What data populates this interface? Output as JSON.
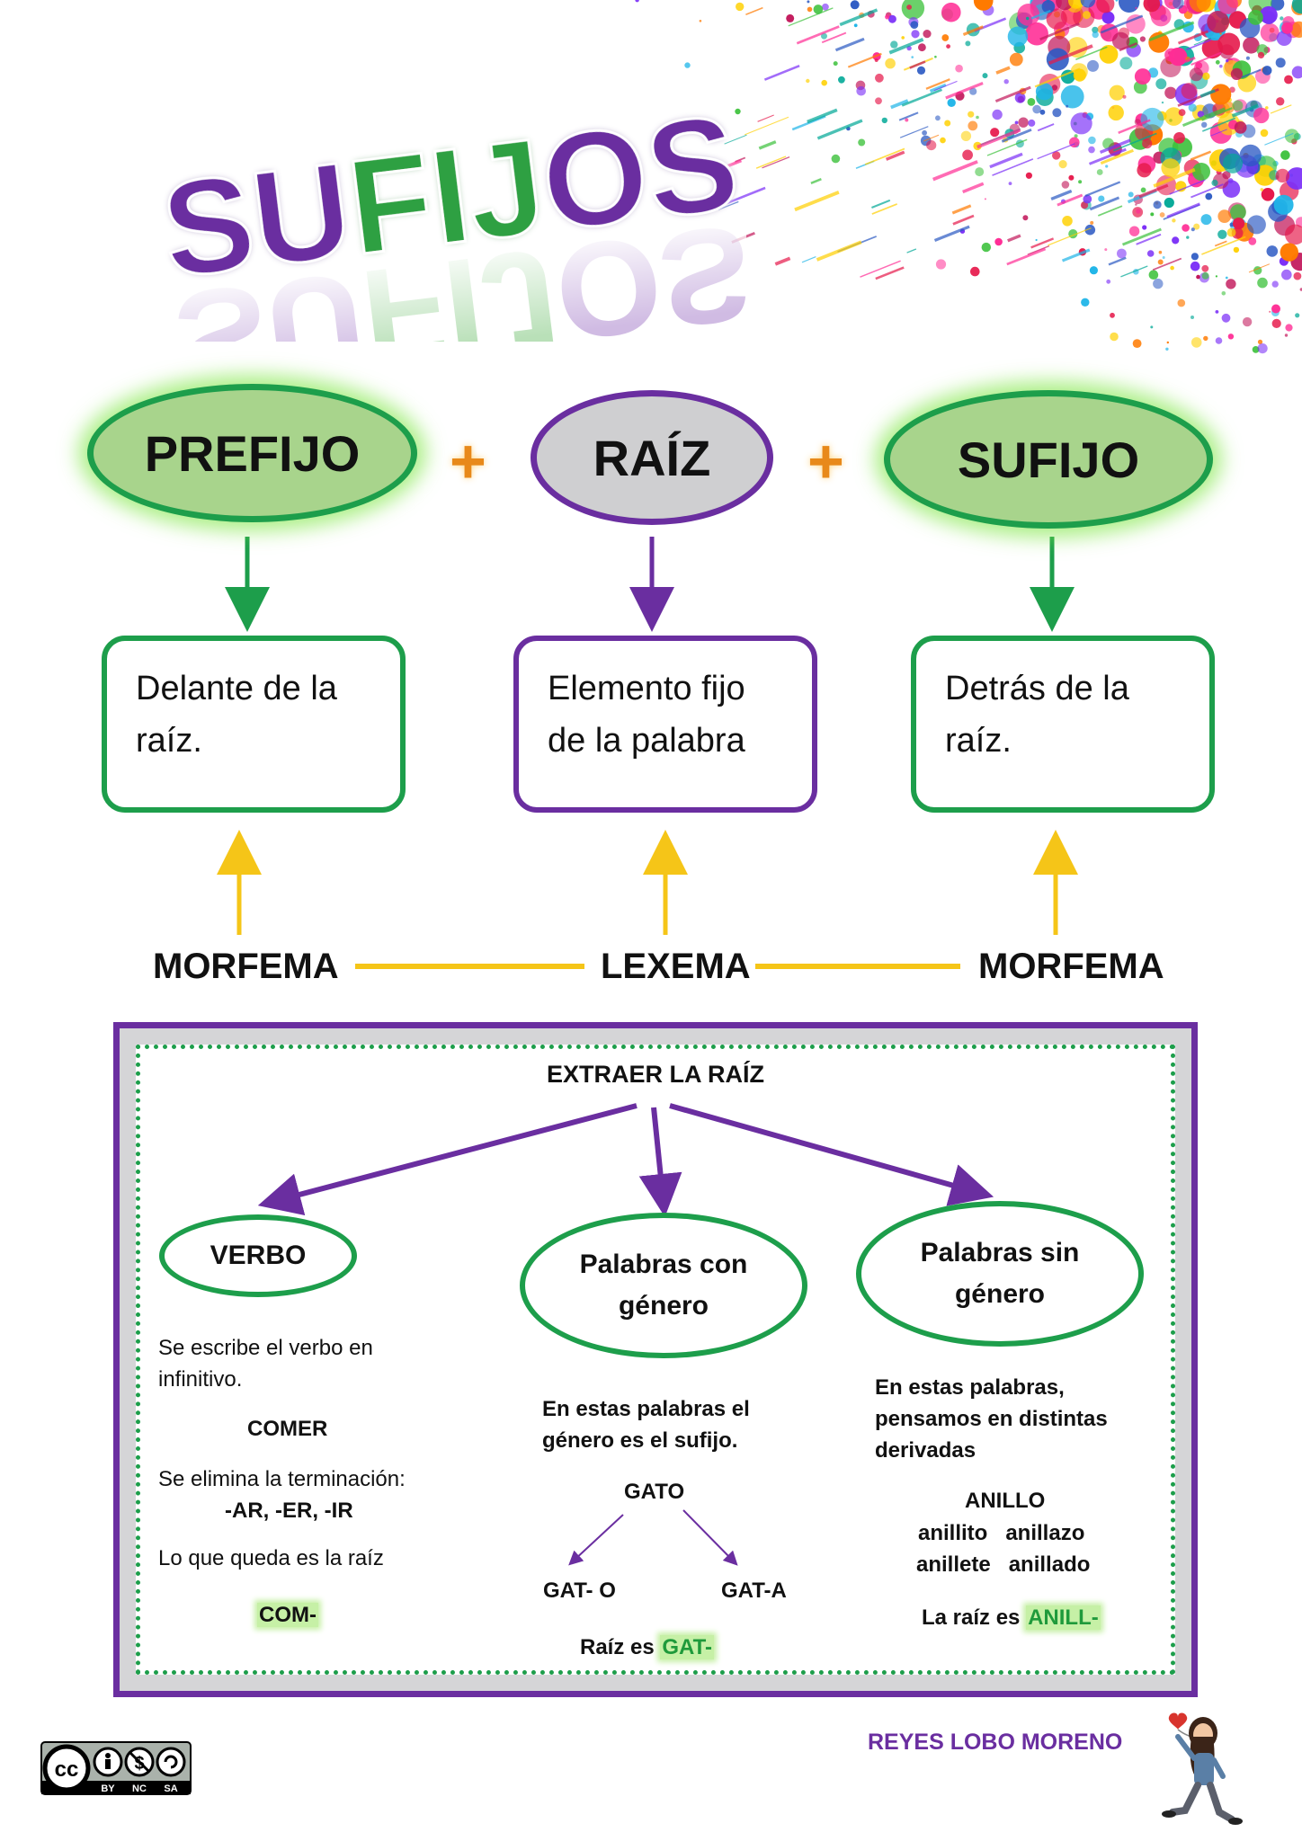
{
  "header": {
    "title": "SUFIJOS"
  },
  "components": [
    {
      "name": "PREFIJO",
      "description_line1": "Delante de la",
      "description_line2": "raíz.",
      "type": "MORFEMA"
    },
    {
      "name": "RAÍZ",
      "description_line1": "Elemento fijo",
      "description_line2": "de la palabra",
      "type": "LEXEMA"
    },
    {
      "name": "SUFIJO",
      "description_line1": "Detrás de la",
      "description_line2": "raíz.",
      "type": "MORFEMA"
    }
  ],
  "plus_sign": "+",
  "extraction": {
    "title": "EXTRAER LA RAÍZ",
    "verbo": {
      "label": "VERBO",
      "step1_line1": "Se escribe el verbo en",
      "step1_line2": "infinitivo.",
      "example": "COMER",
      "step2": "Se elimina la terminación:",
      "endings": "-AR, -ER, -IR",
      "step3": "Lo que queda es la raíz",
      "result": "COM-"
    },
    "con_genero": {
      "label_line1": "Palabras con",
      "label_line2": "género",
      "desc_line1": "En estas palabras el",
      "desc_line2": "género es el sufijo.",
      "word": "GATO",
      "variant_1": "GAT- O",
      "variant_2": "GAT-A",
      "result_prefix": "Raíz es",
      "result": "GAT-"
    },
    "sin_genero": {
      "label_line1": "Palabras sin",
      "label_line2": "género",
      "desc_line1": "En estas palabras,",
      "desc_line2": "pensamos en distintas",
      "desc_line3": "derivadas",
      "word": "ANILLO",
      "derivatives_row1": "anillito   anillazo",
      "derivatives_row2": "anillete   anillado",
      "result_prefix": "La raíz es",
      "result": "ANILL-"
    }
  },
  "footer": {
    "author": "REYES LOBO MORENO",
    "license": {
      "cc": "cc",
      "by": "BY",
      "nc": "NC",
      "sa": "SA"
    }
  },
  "colors": {
    "green": "#1d9e4b",
    "light_green": "#a8d48c",
    "purple": "#6a2ea0",
    "orange": "#e8891a",
    "yellow": "#f5c518"
  }
}
